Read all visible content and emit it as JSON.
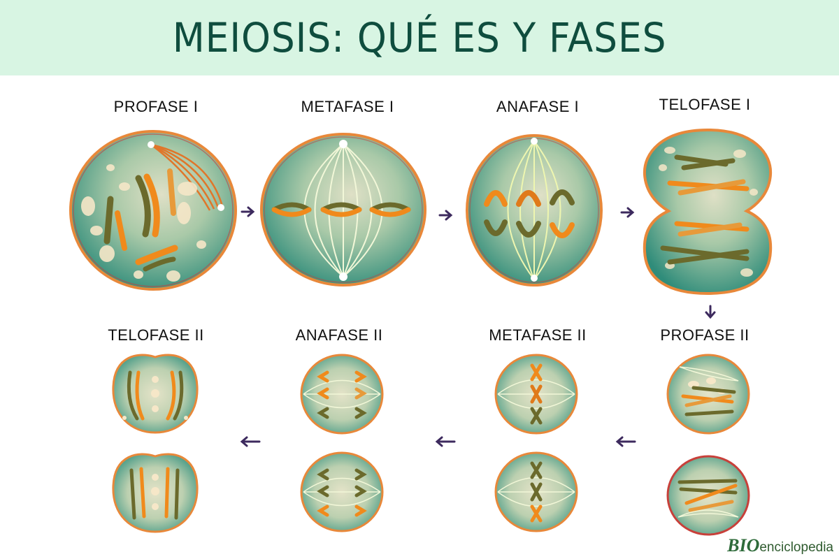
{
  "title": "MEIOSIS: QUÉ ES Y FASES",
  "phases": {
    "profase1": "PROFASE I",
    "metafase1": "METAFASE I",
    "anafase1": "ANAFASE I",
    "telofase1": "TELOFASE I",
    "profase2": "PROFASE II",
    "metafase2": "METAFASE II",
    "anafase2": "ANAFASE II",
    "telofase2": "TELOFASE II"
  },
  "logo": {
    "bio": "BIO",
    "text": "enciclopedia"
  },
  "colors": {
    "header_bg": "#d8f5e3",
    "title": "#0f4d3e",
    "cell_teal": "#3a9a86",
    "cell_light": "#d9dcc0",
    "membrane": "#e8883a",
    "arrow": "#3d2a5e",
    "chrom_orange": "#f08a1c",
    "chrom_olive": "#6b6a2c"
  }
}
